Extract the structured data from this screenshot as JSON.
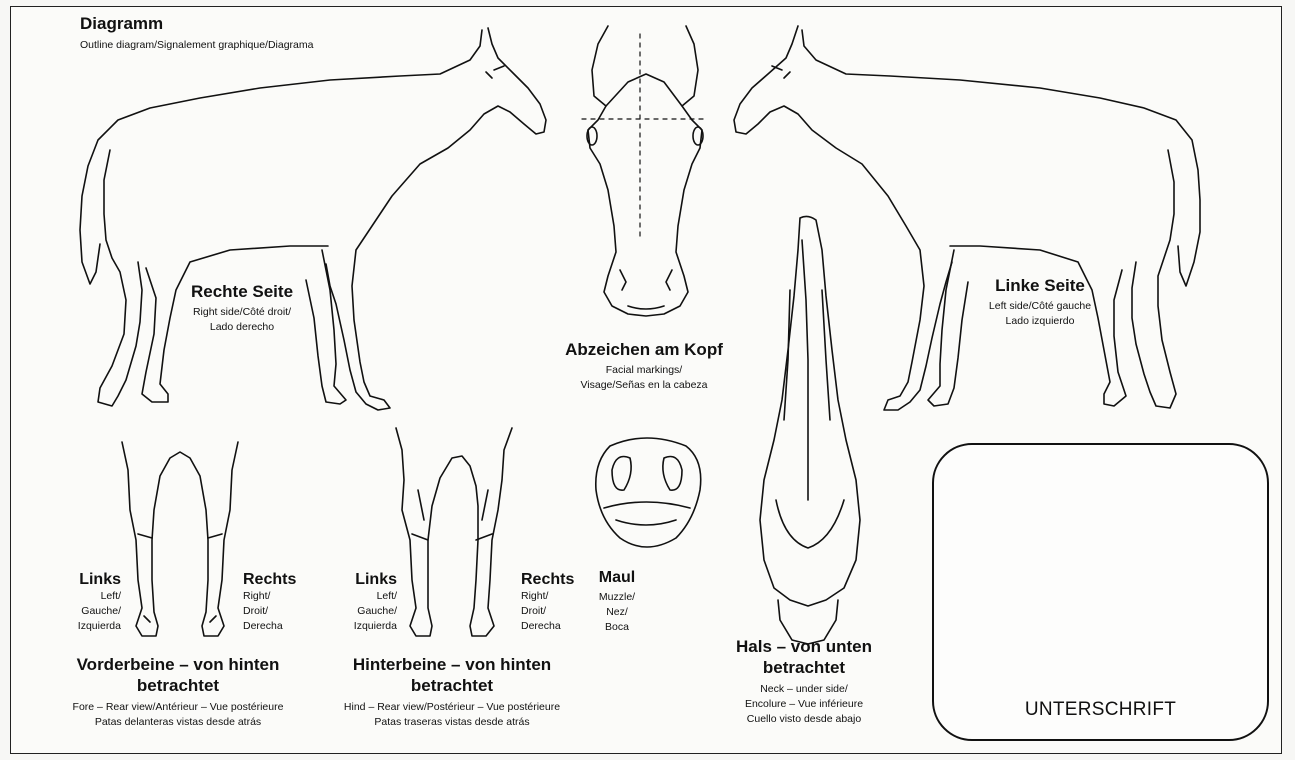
{
  "header": {
    "title": "Diagramm",
    "subtitle": "Outline diagram/Signalement graphique/Diagrama"
  },
  "right_side": {
    "title": "Rechte Seite",
    "line1": "Right side/Côté droit/",
    "line2": "Lado derecho"
  },
  "head": {
    "title": "Abzeichen am Kopf",
    "line1": "Facial markings/",
    "line2": "Visage/Señas en la cabeza"
  },
  "left_side": {
    "title": "Linke Seite",
    "line1": "Left side/Côté gauche",
    "line2": "Lado izquierdo"
  },
  "forelegs": {
    "left_title": "Links",
    "left_lines": [
      "Left/",
      "Gauche/",
      "Izquierda"
    ],
    "right_title": "Rechts",
    "right_lines": [
      "Right/",
      "Droit/",
      "Derecha"
    ],
    "title_line1": "Vorderbeine – von hinten",
    "title_line2": "betrachtet",
    "desc1": "Fore – Rear view/Antérieur – Vue postérieure",
    "desc2": "Patas delanteras vistas desde atrás"
  },
  "hindlegs": {
    "left_title": "Links",
    "left_lines": [
      "Left/",
      "Gauche/",
      "Izquierda"
    ],
    "right_title": "Rechts",
    "right_lines": [
      "Right/",
      "Droit/",
      "Derecha"
    ],
    "title_line1": "Hinterbeine – von hinten",
    "title_line2": "betrachtet",
    "desc1": "Hind – Rear view/Postérieur – Vue postérieure",
    "desc2": "Patas traseras vistas desde atrás"
  },
  "muzzle": {
    "title": "Maul",
    "lines": [
      "Muzzle/",
      "Nez/",
      "Boca"
    ]
  },
  "neck": {
    "title_line1": "Hals – von unten",
    "title_line2": "betrachtet",
    "desc1": "Neck – under side/",
    "desc2": "Encolure – Vue inférieure",
    "desc3": "Cuello visto desde abajo"
  },
  "signature": {
    "label": "UNTERSCHRIFT"
  }
}
